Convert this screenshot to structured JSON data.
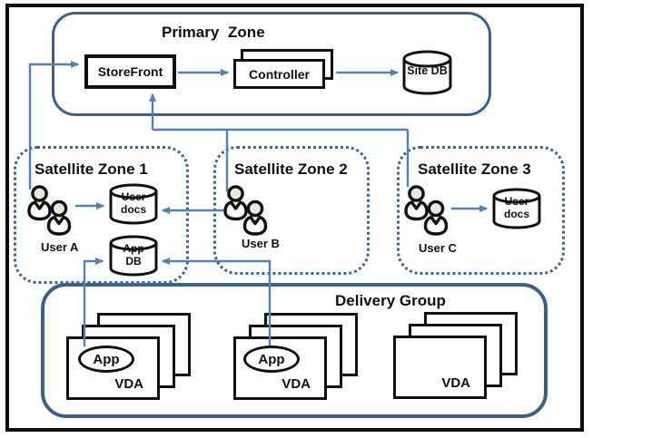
{
  "diagram": {
    "primary_zone": {
      "title": "Primary Zone",
      "storefront_label": "StoreFront",
      "controller_label": "Controller",
      "site_db_label": "Site DB"
    },
    "satellite_zones": [
      {
        "title": "Satellite Zone 1",
        "user_label": "User A",
        "user_docs_label": "User\ndocs",
        "app_db_label": "App\nDB"
      },
      {
        "title": "Satellite Zone 2",
        "user_label": "User B"
      },
      {
        "title": "Satellite Zone 3",
        "user_label": "User C",
        "user_docs_label": "User\ndocs"
      }
    ],
    "delivery_group": {
      "title": "Delivery Group",
      "stacks": [
        {
          "app_label": "App",
          "vda_label": "VDA"
        },
        {
          "app_label": "App",
          "vda_label": "VDA"
        },
        {
          "vda_label": "VDA"
        }
      ]
    },
    "colors": {
      "zone_border": "#3b608e",
      "dotted_border": "#3f6598",
      "arrow": "#5480b8",
      "shape_border": "#101010",
      "head_fill": "#ebe8dd"
    }
  }
}
